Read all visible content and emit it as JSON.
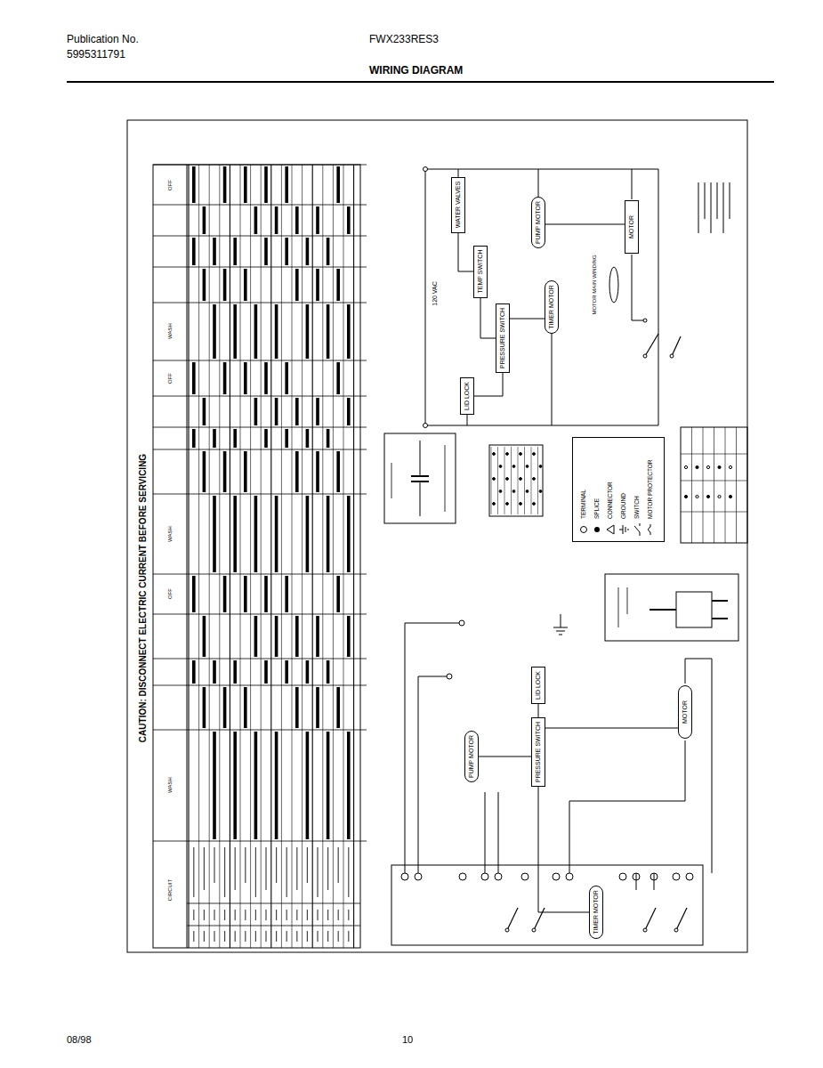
{
  "diagram": {
    "title": "WIRING DIAGRAM",
    "nodes": [
      {
        "text": [
          "WATER VALVES"
        ]
      },
      {
        "text": [
          "TEMP SWITCH"
        ]
      },
      {
        "text": [
          "PRESSURE SWITCH"
        ]
      },
      {
        "text": [
          "PUMP MOTOR"
        ]
      },
      {
        "text": [
          "TIMER MOTOR"
        ]
      },
      {
        "text": [
          "MOTOR"
        ]
      },
      {
        "text": [
          "LID LOCK"
        ]
      },
      {
        "text": [
          "PUMP MOTOR"
        ]
      },
      {
        "text": [
          "PRESSURE SWITCH"
        ]
      },
      {
        "text": [
          "TIMER MOTOR"
        ]
      },
      {
        "text": [
          "MOTOR"
        ]
      },
      {
        "text": [
          "LID LOCK"
        ]
      }
    ],
    "edges": [
      {
        "from": 0,
        "to": 1,
        "arrow": "none"
      },
      {
        "from": 1,
        "to": 2,
        "arrow": "none"
      },
      {
        "from": 2,
        "to": 4,
        "arrow": "none"
      },
      {
        "from": 2,
        "to": 6,
        "arrow": "none"
      },
      {
        "from": 3,
        "to": 5,
        "arrow": "none"
      },
      {
        "from": 7,
        "to": 8,
        "arrow": "none"
      },
      {
        "from": 11,
        "to": 8,
        "arrow": "none"
      },
      {
        "from": 8,
        "to": 10,
        "arrow": "none"
      },
      {
        "from": 8,
        "to": 9,
        "arrow": "none"
      }
    ],
    "labels": [
      "Publication No.",
      "5995311791",
      "FWX233RES3",
      "CAUTION: DISCONNECT ELECTRIC CURRENT BEFORE SERVICING",
      "120 VAC",
      "MOTOR MAIN WINDING",
      "OFF",
      "WASH",
      "OFF",
      "WASH",
      "OFF",
      "WASH",
      "CIRCUIT",
      "08/98",
      "10"
    ],
    "legend": [
      {
        "text": "TERMINAL"
      },
      {
        "text": "SPLICE"
      },
      {
        "text": "CONNECTOR"
      },
      {
        "text": "GROUND"
      },
      {
        "text": "SWITCH"
      },
      {
        "text": "MOTOR PROTECTOR"
      }
    ]
  }
}
